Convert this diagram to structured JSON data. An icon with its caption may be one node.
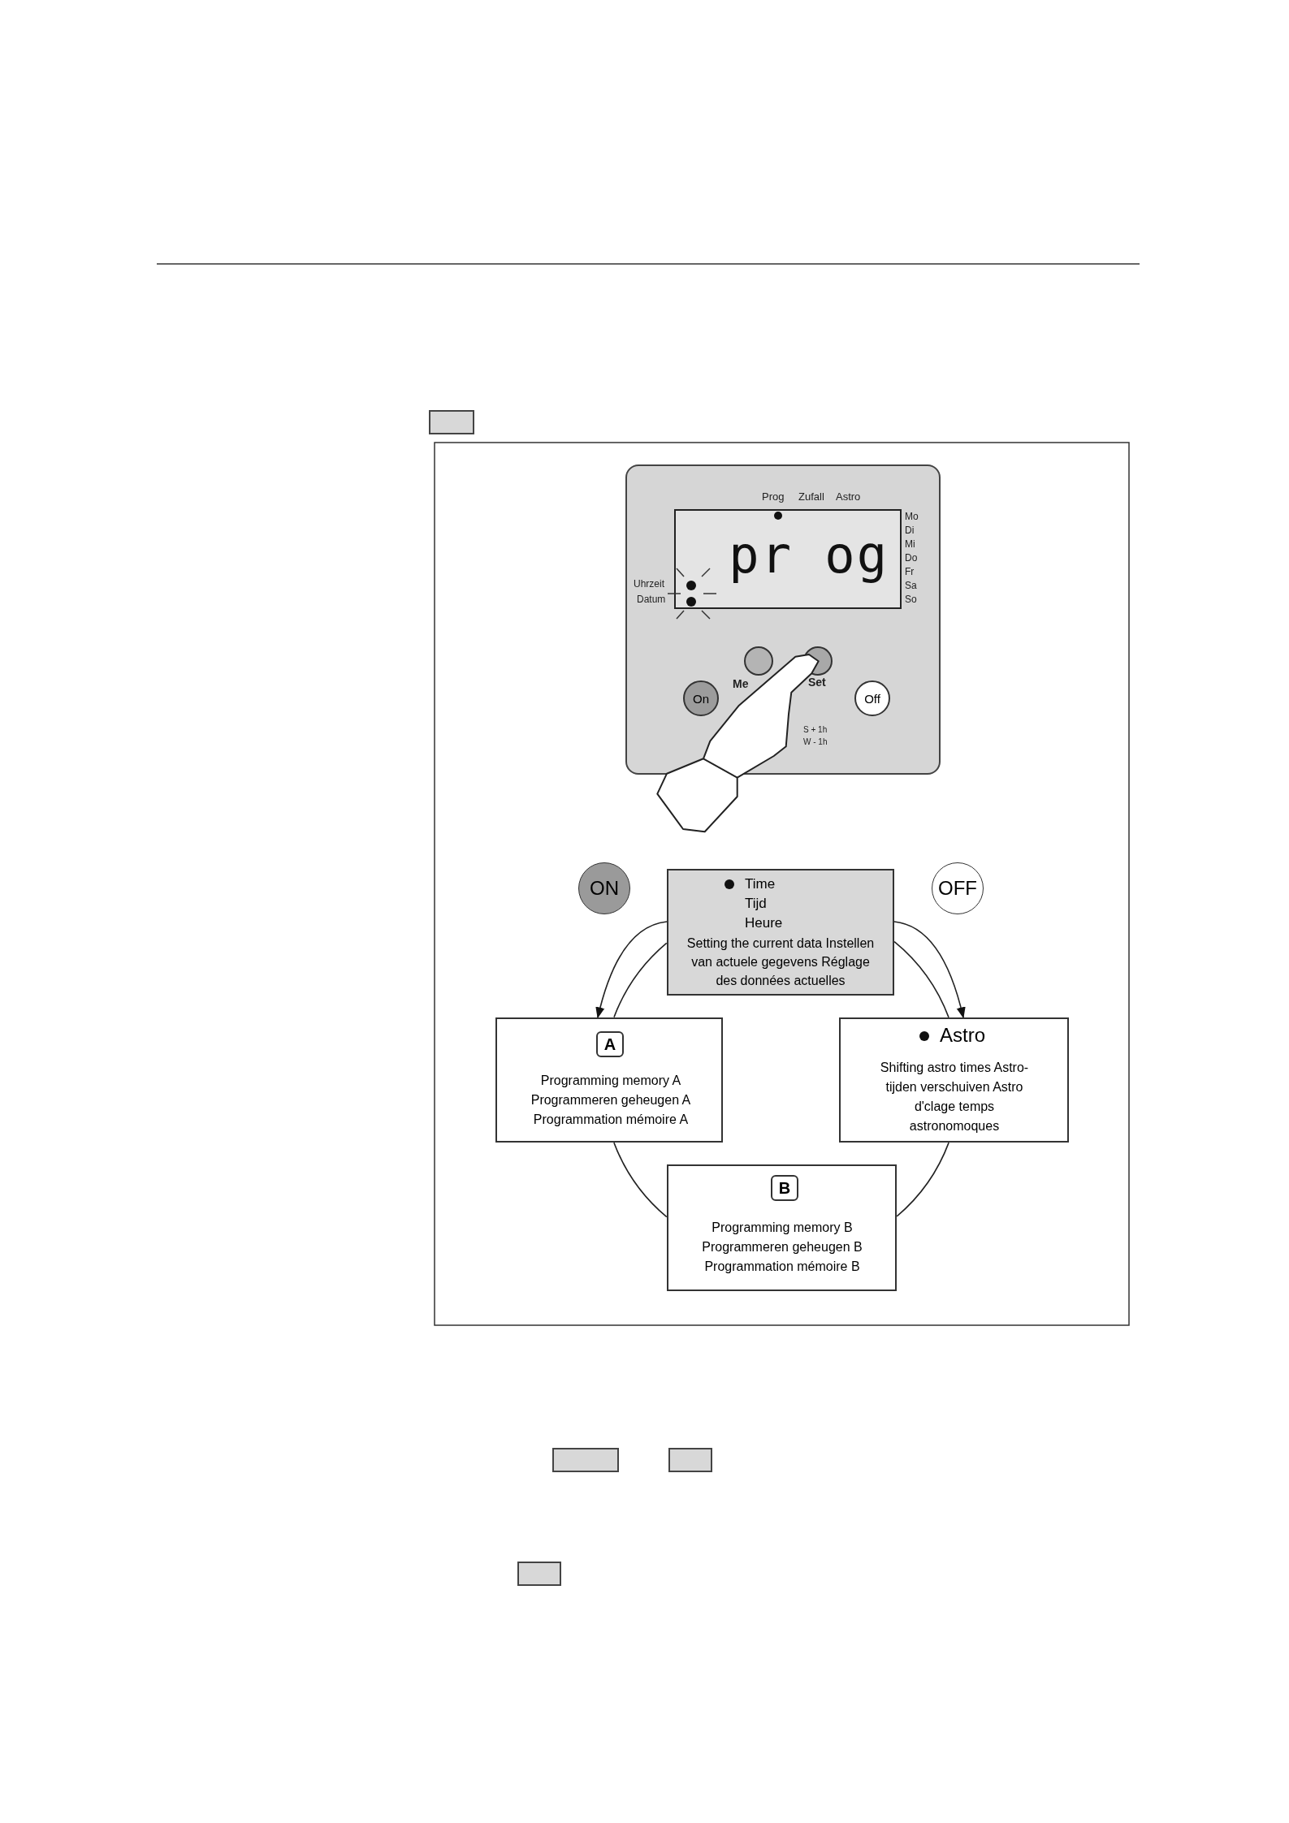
{
  "diagram": {
    "nodes": [
      {
        "text": [],
        "shape": "box"
      },
      {
        "text": [],
        "shape": "box"
      },
      {
        "text": [
          "pr og"
        ],
        "in": 1,
        "beside": [
          "Prog",
          "Zufall",
          "Astro",
          "Mo",
          "Di",
          "Mi",
          "Do",
          "Fr",
          "Sa",
          "So"
        ]
      },
      {
        "text": [],
        "shape": "circle",
        "in": 1,
        "beside": [
          "Me"
        ]
      },
      {
        "text": [],
        "shape": "circle",
        "in": 1,
        "beside": [
          "Set"
        ]
      },
      {
        "text": [
          "On"
        ],
        "in": 1
      },
      {
        "text": [
          "Off"
        ],
        "in": 1
      },
      {
        "text": [
          "ON"
        ]
      },
      {
        "text": [
          "Time Tijd Heure",
          "Setting the current data Instellen van actuele gegevens Réglage des données actuelles"
        ]
      },
      {
        "text": [
          "OFF"
        ]
      },
      {
        "text": [
          "Programming memory A Programmeren geheugen A Programmation mémoire A"
        ]
      },
      {
        "text": [
          "A"
        ],
        "in": 10
      },
      {
        "text": [
          "Astro",
          "Shifting astro times Astro-tijden verschuiven Astro d'clage temps astronomoques"
        ]
      },
      {
        "text": [
          "Programming memory B Programmeren geheugen B Programmation mémoire B"
        ]
      },
      {
        "text": [
          "B"
        ],
        "in": 13
      },
      {
        "text": [],
        "shape": "box"
      },
      {
        "text": [],
        "shape": "box"
      },
      {
        "text": [],
        "shape": "box"
      }
    ],
    "edges": [
      {
        "from": 8,
        "to": 10,
        "arrow": "to"
      },
      {
        "from": 8,
        "to": 12,
        "arrow": "to"
      },
      {
        "from": 8,
        "to": 10,
        "arrow": "none"
      },
      {
        "from": 8,
        "to": 12,
        "arrow": "none"
      },
      {
        "from": 10,
        "to": 13,
        "arrow": "none"
      },
      {
        "from": 12,
        "to": 13,
        "arrow": "none"
      }
    ],
    "labels": [
      "Uhrzeit",
      "Datum",
      "S + 1h",
      "W - 1h"
    ]
  }
}
